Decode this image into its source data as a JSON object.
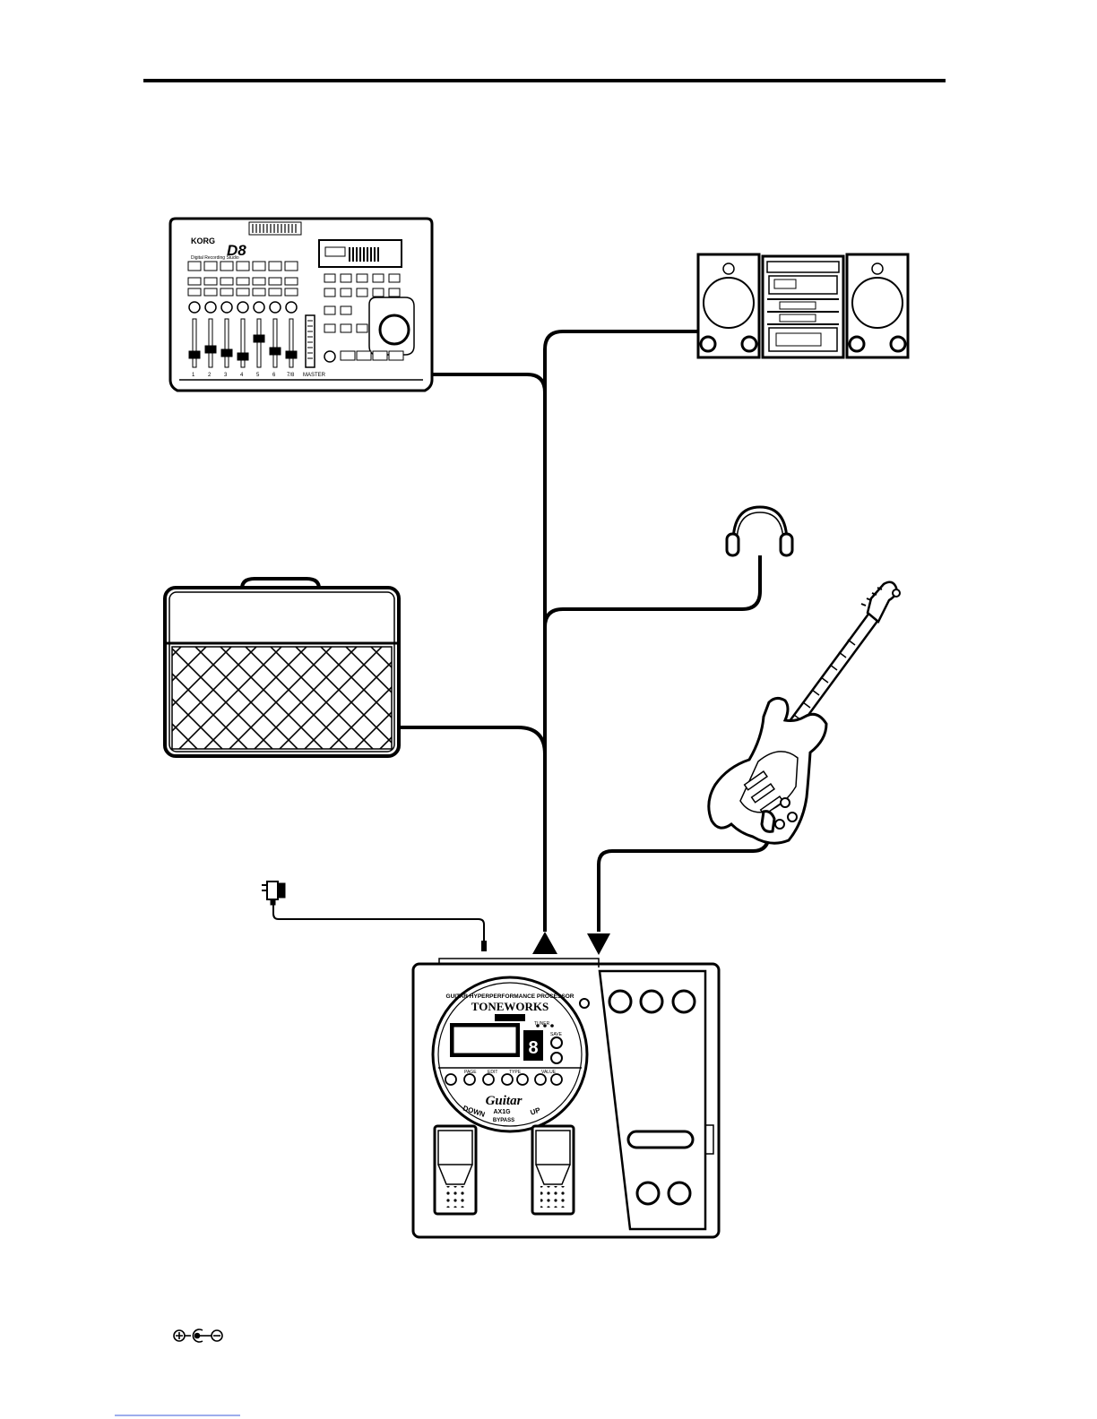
{
  "recorder": {
    "brand": "KORG",
    "model": "D8",
    "subtitle": "Digital Recording Studio",
    "channels": [
      "1",
      "2",
      "3",
      "4",
      "5",
      "6",
      "7/8"
    ],
    "master_label": "MASTER"
  },
  "processor": {
    "header": "GUITAR HYPERPERFORMANCE PROCESSOR",
    "brand": "TONEWORKS",
    "tuner_label": "TUNER",
    "save_label": "SAVE",
    "page_label": "PAGE",
    "edit_label": "EDIT",
    "type_label": "TYPE",
    "value_label": "VALUE",
    "logo": "Guitar",
    "model": "AX1G",
    "down_label": "DOWN",
    "up_label": "UP",
    "bypass_label": "BYPASS",
    "display_digit": "8"
  },
  "colors": {
    "line": "#000000",
    "background": "#ffffff"
  }
}
